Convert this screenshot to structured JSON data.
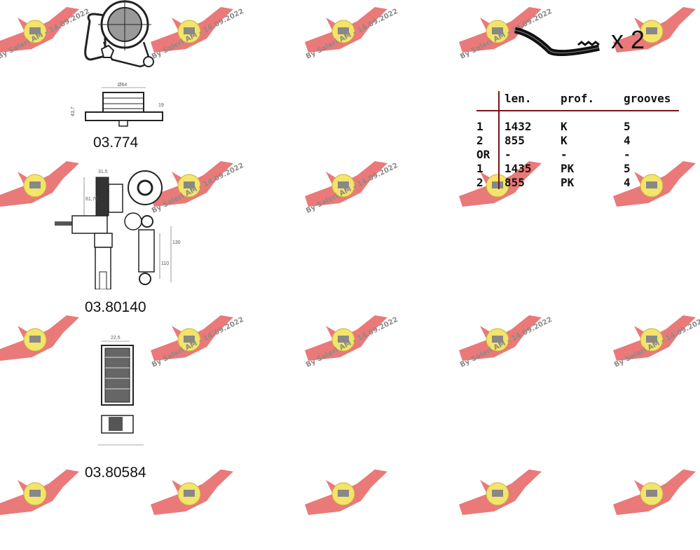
{
  "watermark": {
    "text": "By Saleri AM - 14.09.2022",
    "wing_color": "#e86a6a",
    "badge_color": "#f3e46a"
  },
  "parts": [
    {
      "code": "03.774",
      "dims": [
        "Ø64",
        "43,7",
        "19"
      ]
    },
    {
      "code": "03.80140",
      "dims": [
        "31,5",
        "61,76",
        "110",
        "130"
      ]
    },
    {
      "code": "03.80584",
      "dims": [
        "22,5"
      ]
    }
  ],
  "belt": {
    "quantity_label": "x 2"
  },
  "belt_table": {
    "headers": [
      "",
      "len.",
      "prof.",
      "grooves"
    ],
    "rows": [
      [
        "1",
        "1432",
        "K",
        "5"
      ],
      [
        "2",
        "855",
        "K",
        "4"
      ],
      [
        "OR",
        "-",
        "-",
        "-"
      ],
      [
        "1",
        "1435",
        "PK",
        "5"
      ],
      [
        "2",
        "855",
        "PK",
        "4"
      ]
    ],
    "rule_color": "#7a1515"
  }
}
